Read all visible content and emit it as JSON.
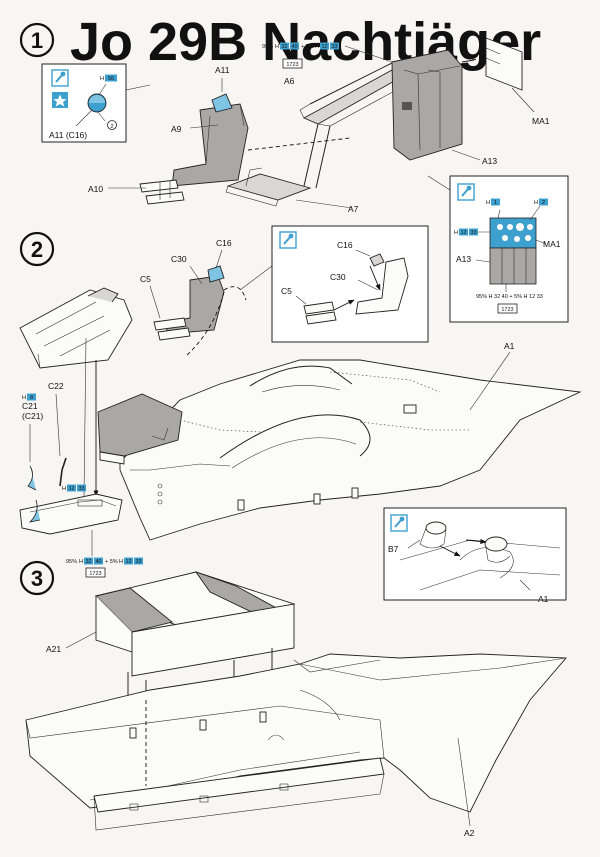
{
  "background_title": "Jo 29B Nachtjäger",
  "steps": [
    {
      "number": "1"
    },
    {
      "number": "2"
    },
    {
      "number": "3"
    }
  ],
  "step1": {
    "paint_box": {
      "code_h": "H",
      "code_num": "56",
      "part": "A11 (C16)",
      "ref": "2"
    },
    "mix_label": {
      "pre": "95%",
      "code1": "H",
      "n1": "32",
      "n2": "40",
      "mid": "+ 5%",
      "code2": "H",
      "n3": "12",
      "n4": "33"
    },
    "mix_code": "1723",
    "parts": [
      "A11",
      "A6",
      "A9",
      "A10",
      "A7",
      "A13",
      "MA1"
    ]
  },
  "step2": {
    "parts": [
      "C16",
      "C30",
      "C5",
      "C21",
      "(C21)",
      "C22",
      "A1"
    ],
    "c21_code": {
      "code": "H",
      "num": "8"
    },
    "c22_code": {
      "code": "H",
      "num": "12",
      "num2": "33"
    },
    "seat_box": {
      "parts": [
        "C16",
        "C30",
        "C5"
      ]
    },
    "panel_box": {
      "codes": [
        {
          "code": "H",
          "num": "1"
        },
        {
          "code": "H",
          "num": "2"
        },
        {
          "code": "H",
          "num": "12",
          "num2": "33"
        }
      ],
      "parts": [
        "MA1",
        "A13"
      ],
      "mix": "95% H 32 40 + 5% H 12 33",
      "mix_code": "1723"
    },
    "mix_label": {
      "pre": "95%",
      "code1": "H",
      "n1": "32",
      "n2": "40",
      "mid": "+ 5%",
      "code2": "H",
      "n3": "12",
      "n4": "33"
    },
    "mix_code": "1723",
    "detail_box": {
      "parts": [
        "B7",
        "A1"
      ]
    }
  },
  "step3": {
    "parts": [
      "A21",
      "A2"
    ]
  }
}
